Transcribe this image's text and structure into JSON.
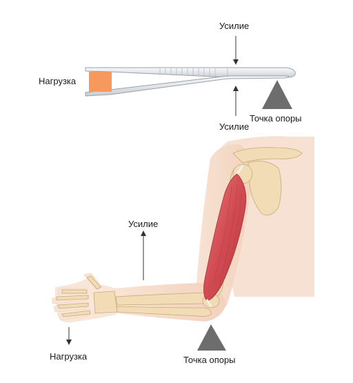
{
  "tweezers": {
    "effort_top": "Усилие",
    "effort_bottom": "Усилие",
    "load": "Нагрузка",
    "fulcrum": "Точка опоры"
  },
  "arm": {
    "effort": "Усилие",
    "load": "Нагрузка",
    "fulcrum": "Точка опоры"
  },
  "colors": {
    "load_box": "#f59a5c",
    "fulcrum": "#6d6d6d",
    "muscle": "#d8575c",
    "skin": "#f6dccb",
    "bone": "#f1dcb6",
    "tweezer_metal": "#e4e6e8"
  }
}
